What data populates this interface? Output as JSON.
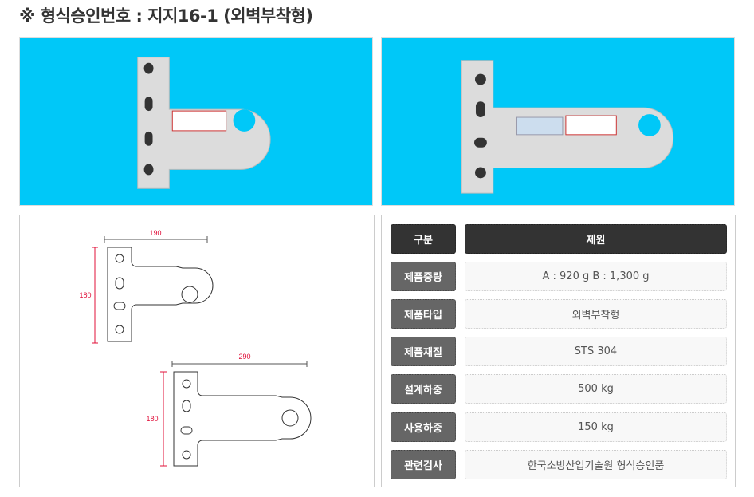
{
  "title": "※ 형식승인번호 : 지지16-1 (외벽부착형)",
  "drawing": {
    "a": {
      "width": "190",
      "height": "180"
    },
    "b": {
      "width": "290",
      "height": "180"
    }
  },
  "table": {
    "header": {
      "label": "구분",
      "value": "제원"
    },
    "rows": [
      {
        "label": "제품중량",
        "value": "A : 920 g B : 1,300 g"
      },
      {
        "label": "제품타입",
        "value": "외벽부착형"
      },
      {
        "label": "제품재질",
        "value": "STS 304"
      },
      {
        "label": "설계하중",
        "value": "500 kg"
      },
      {
        "label": "사용하중",
        "value": "150 kg"
      },
      {
        "label": "관련검사",
        "value": "한국소방산업기술원 형식승인품"
      }
    ]
  }
}
